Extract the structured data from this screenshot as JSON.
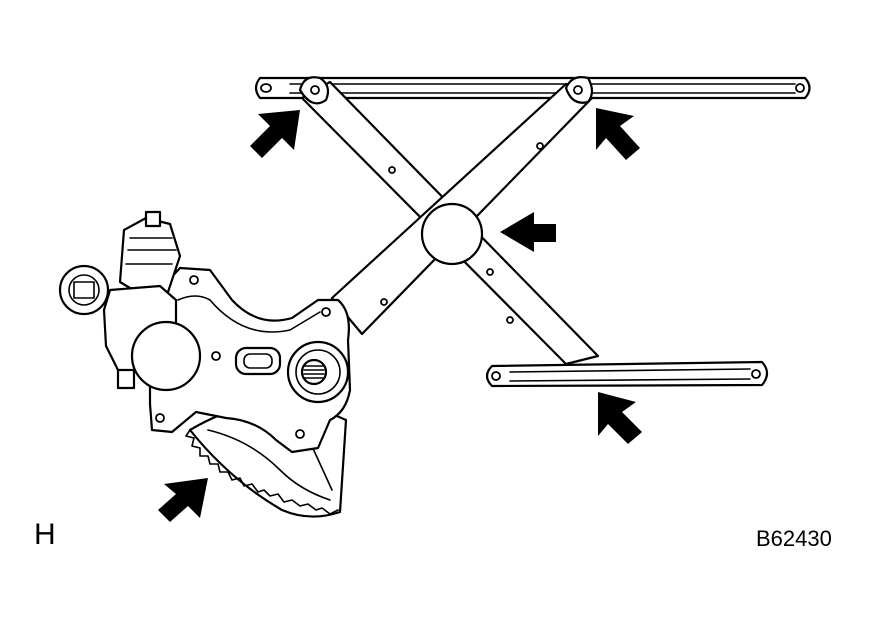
{
  "figure": {
    "view_label": "H",
    "code": "B62430",
    "arrow_icon": "black-arrow",
    "line_color": "#000000",
    "background_color": "#ffffff"
  }
}
